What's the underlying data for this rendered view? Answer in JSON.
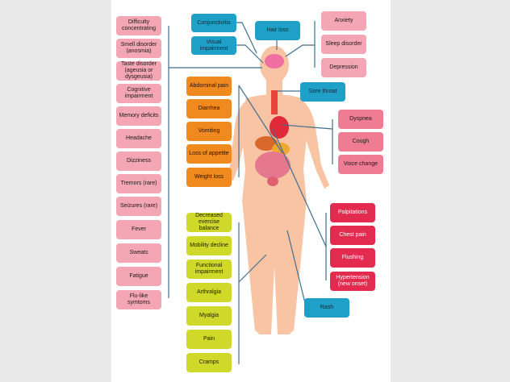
{
  "left_column": [
    "Difficulty concentrating",
    "Smell disorder (anosmia)",
    "Taste disorder (ageusia or dysgeusia)",
    "Cognitive impairment",
    "Memory deficits",
    "Headache",
    "Dizziness",
    "Tremors (rare)",
    "Seizures (rare)",
    "Fever",
    "Sweats",
    "Fatigue",
    "Flu-like symtoms"
  ],
  "head_left": [
    "Conjunctivitis",
    "Visual impairment"
  ],
  "head_top": "Hair loss",
  "head_right": [
    "Anxiety",
    "Sleep disorder",
    "Depression"
  ],
  "throat": "Sore throat",
  "abdominal": [
    "Abdominal pain",
    "Diarrhea",
    "Vomiting",
    "Loss of appetite",
    "Weight loss"
  ],
  "respiratory": [
    "Dyspnea",
    "Cough",
    "Voice change"
  ],
  "cardio": [
    "Palpitations",
    "Chest pain",
    "Flushing",
    "Hypertension (new onset)"
  ],
  "musculo": [
    "Decreased exercise balance",
    "Mobility decline",
    "Functional impairment",
    "Arthralgia",
    "Myalgia",
    "Pain",
    "Cramps"
  ],
  "skin": "Rash",
  "colors": {
    "neuro": "#f4a6b5",
    "teal": "#1fa0c8",
    "gastro": "#f08a1e",
    "cardio": "#e32b4f",
    "musculo": "#cfd92a",
    "respiratory": "#f07c94",
    "skin_tone": "#f8c4a4",
    "line": "#3f6f8f"
  }
}
